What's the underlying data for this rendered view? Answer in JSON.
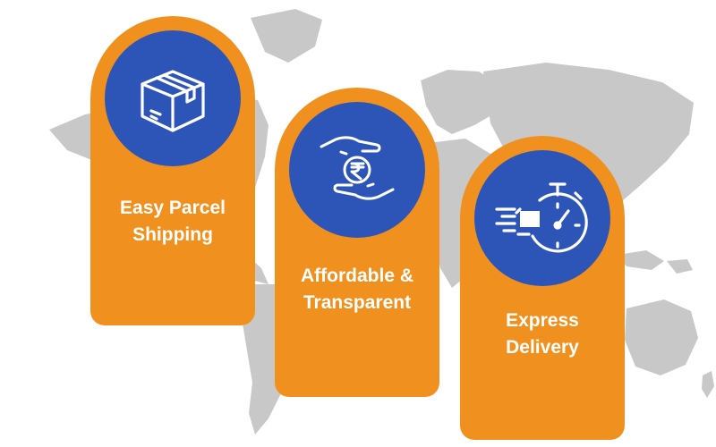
{
  "colors": {
    "card": "#F0911F",
    "icon_circle": "#2D55B8",
    "map": "#C8C8C8",
    "text": "#FFFFFF"
  },
  "features": [
    {
      "icon": "parcel-box-icon",
      "line1": "Easy Parcel",
      "line2": "Shipping"
    },
    {
      "icon": "rupee-hand-icon",
      "line1": "Affordable &",
      "line2": "Transparent"
    },
    {
      "icon": "stopwatch-delivery-icon",
      "line1": "Express",
      "line2": "Delivery"
    }
  ]
}
